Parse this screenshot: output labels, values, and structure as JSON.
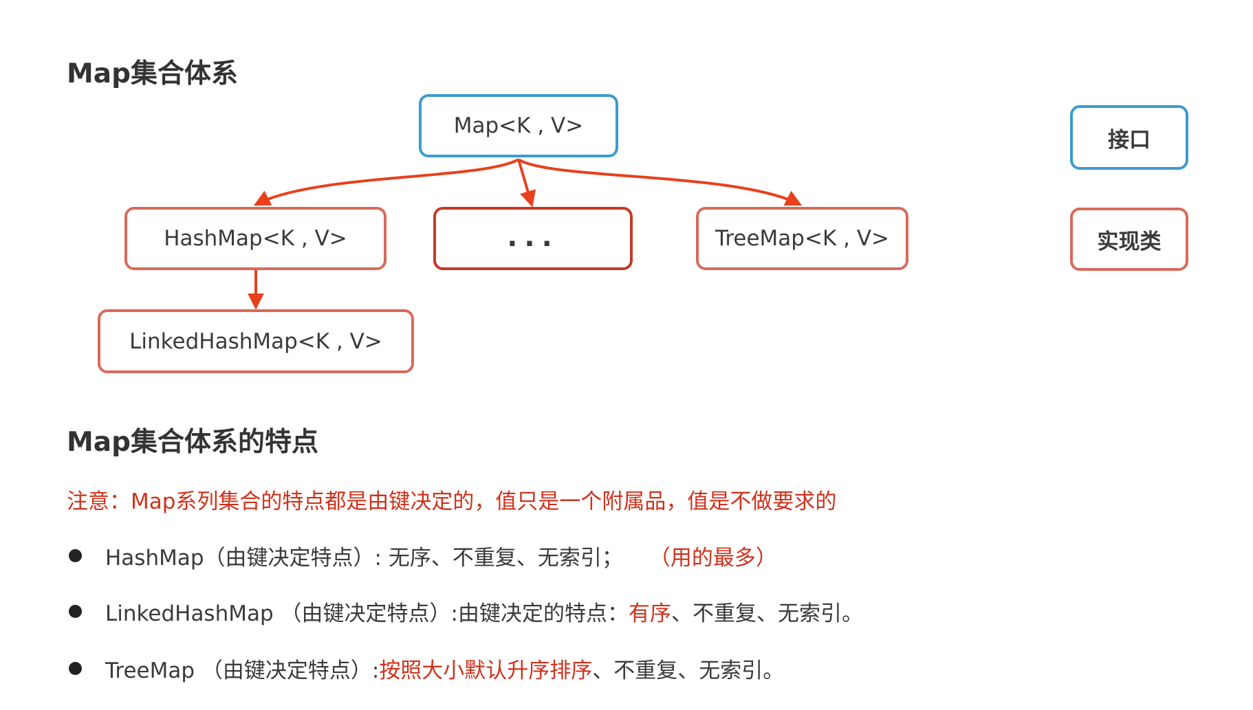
{
  "headings": {
    "hierarchy": "Map集合体系",
    "features": "Map集合体系的特点"
  },
  "diagram": {
    "root": "Map<K , V>",
    "hashmap": "HashMap<K , V>",
    "ellipsis": "...",
    "treemap": "TreeMap<K , V>",
    "linked": "LinkedHashMap<K , V>"
  },
  "legend": {
    "interface": "接口",
    "implementation": "实现类"
  },
  "colors": {
    "interface_border": "#3b9bd0",
    "impl_border": "#d86a5a",
    "arrow": "#e8401c",
    "highlight_text": "#d0311b"
  },
  "note": "注意：Map系列集合的特点都是由键决定的，值只是一个附属品，值是不做要求的",
  "bullets": [
    {
      "text": "HashMap（由键决定特点）: 无序、不重复、无索引；",
      "highlight": "（用的最多）",
      "tail": ""
    },
    {
      "text": "LinkedHashMap （由键决定特点）:由键决定的特点：",
      "highlight": "有序",
      "tail": "、不重复、无索引。"
    },
    {
      "text": "TreeMap （由键决定特点）:",
      "highlight": "按照大小默认升序排序",
      "tail": "、不重复、无索引。"
    }
  ]
}
